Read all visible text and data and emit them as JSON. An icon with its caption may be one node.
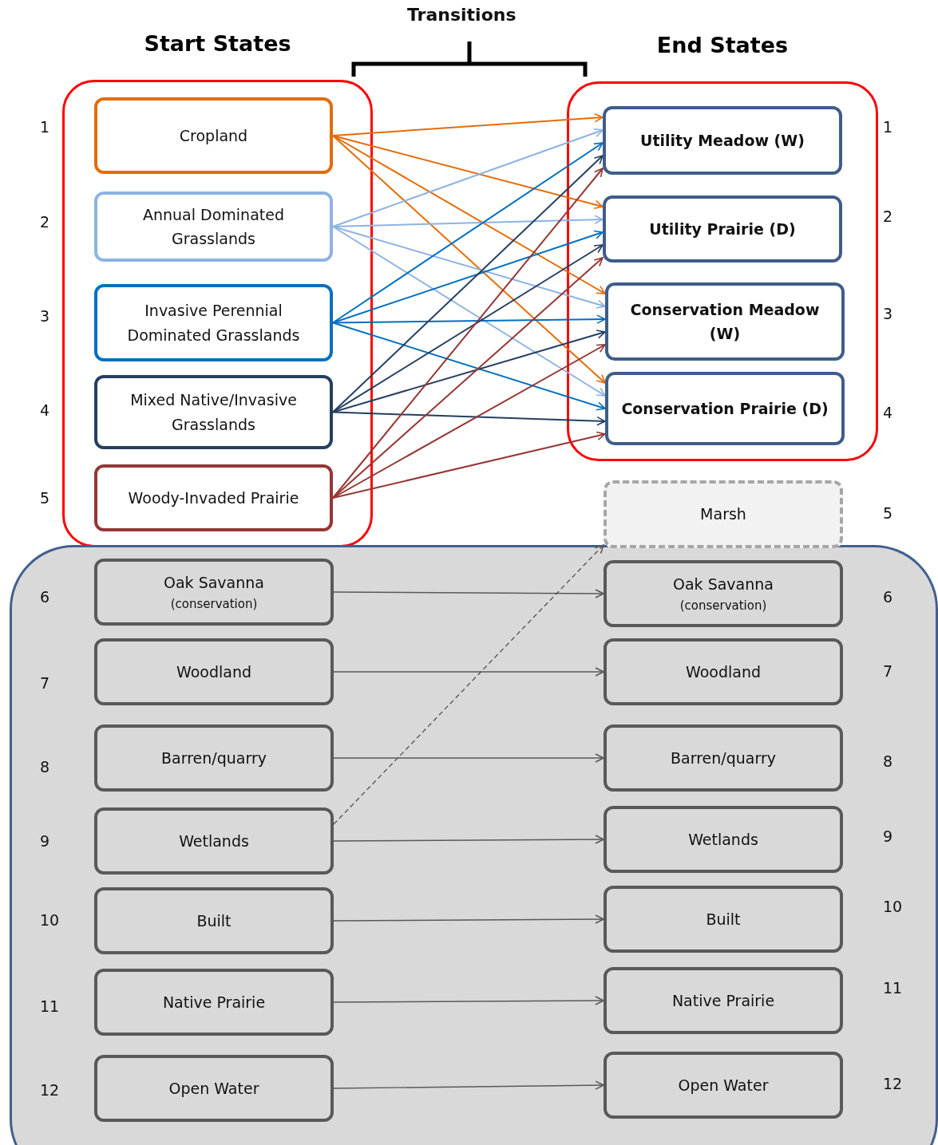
{
  "diagram": {
    "nodes": [
      {
        "text": [
          "Start States"
        ]
      },
      {
        "text": [
          "Cropland"
        ],
        "in": 0
      },
      {
        "text": [
          "Annual Dominated Grasslands"
        ],
        "in": 0
      },
      {
        "text": [
          "Invasive Perennial Dominated Grasslands"
        ],
        "in": 0
      },
      {
        "text": [
          "Mixed Native/Invasive Grasslands"
        ],
        "in": 0
      },
      {
        "text": [
          "Woody-Invaded Prairie"
        ],
        "in": 0
      },
      {
        "text": [
          "End States"
        ]
      },
      {
        "text": [
          "Utility Meadow (W)"
        ],
        "in": 6
      },
      {
        "text": [
          "Utility Prairie (D)"
        ],
        "in": 6
      },
      {
        "text": [
          "Conservation Meadow (W)"
        ],
        "in": 6
      },
      {
        "text": [
          "Conservation Prairie (D)"
        ],
        "in": 6
      },
      {
        "text": [
          "Marsh"
        ]
      },
      {
        "text": [],
        "shape": "box"
      },
      {
        "text": [
          "Oak Savanna",
          "(conservation)"
        ],
        "in": 12
      },
      {
        "text": [
          "Oak Savanna",
          "(conservation)"
        ],
        "in": 12
      },
      {
        "text": [
          "Woodland"
        ],
        "in": 12
      },
      {
        "text": [
          "Woodland"
        ],
        "in": 12
      },
      {
        "text": [
          "Barren/quarry"
        ],
        "in": 12
      },
      {
        "text": [
          "Barren/quarry"
        ],
        "in": 12
      },
      {
        "text": [
          "Wetlands"
        ],
        "in": 12
      },
      {
        "text": [
          "Wetlands"
        ],
        "in": 12
      },
      {
        "text": [
          "Built"
        ],
        "in": 12
      },
      {
        "text": [
          "Built"
        ],
        "in": 12
      },
      {
        "text": [
          "Native Prairie"
        ],
        "in": 12
      },
      {
        "text": [
          "Native Prairie"
        ],
        "in": 12
      },
      {
        "text": [
          "Open Water"
        ],
        "in": 12
      },
      {
        "text": [
          "Open Water"
        ],
        "in": 12
      }
    ],
    "edges": [
      {
        "from": 1,
        "to": 7,
        "arrow": "to",
        "color": "#e36c09"
      },
      {
        "from": 1,
        "to": 8,
        "arrow": "to",
        "color": "#e36c09"
      },
      {
        "from": 1,
        "to": 9,
        "arrow": "to",
        "color": "#e36c09"
      },
      {
        "from": 1,
        "to": 10,
        "arrow": "to",
        "color": "#e36c09"
      },
      {
        "from": 2,
        "to": 7,
        "arrow": "to",
        "color": "#8db3e2"
      },
      {
        "from": 2,
        "to": 8,
        "arrow": "to",
        "color": "#8db3e2"
      },
      {
        "from": 2,
        "to": 9,
        "arrow": "to",
        "color": "#8db3e2"
      },
      {
        "from": 2,
        "to": 10,
        "arrow": "to",
        "color": "#8db3e2"
      },
      {
        "from": 3,
        "to": 7,
        "arrow": "to",
        "color": "#0070c0"
      },
      {
        "from": 3,
        "to": 8,
        "arrow": "to",
        "color": "#0070c0"
      },
      {
        "from": 3,
        "to": 9,
        "arrow": "to",
        "color": "#0070c0"
      },
      {
        "from": 3,
        "to": 10,
        "arrow": "to",
        "color": "#0070c0"
      },
      {
        "from": 4,
        "to": 7,
        "arrow": "to",
        "color": "#243f60"
      },
      {
        "from": 4,
        "to": 8,
        "arrow": "to",
        "color": "#243f60"
      },
      {
        "from": 4,
        "to": 9,
        "arrow": "to",
        "color": "#243f60"
      },
      {
        "from": 4,
        "to": 10,
        "arrow": "to",
        "color": "#243f60"
      },
      {
        "from": 5,
        "to": 7,
        "arrow": "to",
        "color": "#953735"
      },
      {
        "from": 5,
        "to": 8,
        "arrow": "to",
        "color": "#953735"
      },
      {
        "from": 5,
        "to": 9,
        "arrow": "to",
        "color": "#953735"
      },
      {
        "from": 5,
        "to": 10,
        "arrow": "to",
        "color": "#953735"
      },
      {
        "from": 13,
        "to": 14,
        "arrow": "to"
      },
      {
        "from": 15,
        "to": 16,
        "arrow": "to"
      },
      {
        "from": 17,
        "to": 18,
        "arrow": "to"
      },
      {
        "from": 19,
        "to": 20,
        "arrow": "to"
      },
      {
        "from": 21,
        "to": 22,
        "arrow": "to"
      },
      {
        "from": 23,
        "to": 24,
        "arrow": "to"
      },
      {
        "from": 25,
        "to": 26,
        "arrow": "to"
      },
      {
        "from": 19,
        "to": 11,
        "arrow": "to",
        "style": "dashed"
      }
    ],
    "labels": [
      "Transitions",
      "1",
      "1",
      "2",
      "2",
      "3",
      "3",
      "4",
      "4",
      "5",
      "5",
      "6",
      "6",
      "7",
      "7",
      "8",
      "8",
      "9",
      "9",
      "10",
      "10",
      "11",
      "11",
      "12",
      "12"
    ]
  }
}
